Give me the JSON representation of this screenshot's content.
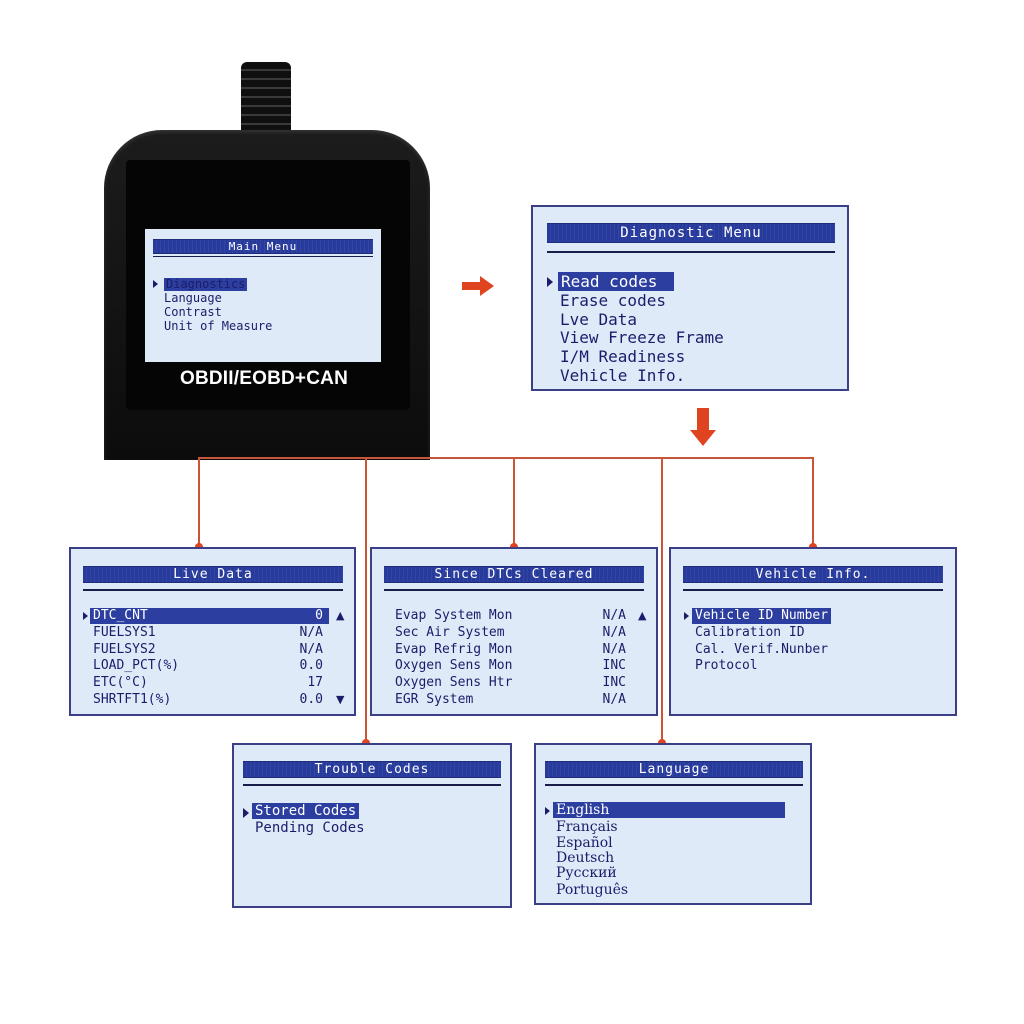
{
  "device": {
    "label": "OBDII/EOBD+CAN",
    "screen": {
      "title": "Main Menu",
      "items": [
        "Diagnostics",
        "Language",
        "Contrast",
        "Unit of Measure"
      ],
      "selected_index": 0
    }
  },
  "diagnostic_menu": {
    "title": "Diagnostic Menu",
    "items": [
      "Read codes",
      "Erase codes",
      "Lve Data",
      "View Freeze Frame",
      "I/M Readiness",
      "Vehicle Info."
    ],
    "selected_index": 0
  },
  "live_data": {
    "title": "Live Data",
    "rows": [
      {
        "name": "DTC_CNT",
        "value": "0"
      },
      {
        "name": "FUELSYS1",
        "value": "N/A"
      },
      {
        "name": "FUELSYS2",
        "value": "N/A"
      },
      {
        "name": "LOAD_PCT(%)",
        "value": "0.0"
      },
      {
        "name": "ETC(°C)",
        "value": "17"
      },
      {
        "name": "SHRTFT1(%)",
        "value": "0.0"
      }
    ],
    "selected_index": 0
  },
  "since_dtcs_cleared": {
    "title": "Since DTCs Cleared",
    "rows": [
      {
        "name": "Evap System Mon",
        "value": "N/A"
      },
      {
        "name": "Sec Air System",
        "value": "N/A"
      },
      {
        "name": "Evap Refrig Mon",
        "value": "N/A"
      },
      {
        "name": "Oxygen Sens Mon",
        "value": "INC"
      },
      {
        "name": "Oxygen Sens Htr",
        "value": "INC"
      },
      {
        "name": "EGR System",
        "value": "N/A"
      }
    ]
  },
  "vehicle_info": {
    "title": "Vehicle  Info.",
    "items": [
      "Vehicle ID Number",
      "Calibration ID",
      "Cal. Verif.Nunber",
      "Protocol"
    ],
    "selected_index": 0
  },
  "trouble_codes": {
    "title": "Trouble Codes",
    "items": [
      "Stored Codes",
      "Pending Codes"
    ],
    "selected_index": 0
  },
  "language": {
    "title": "Language",
    "items": [
      "English",
      "Français",
      "Español",
      "Deutsch",
      "Русский",
      "Português"
    ],
    "selected_index": 0
  },
  "colors": {
    "lcd_background": "#dfeaf8",
    "lcd_text": "#1b1d6a",
    "title_bar": "#2c3fa0",
    "arrow": "#e0431f",
    "connector": "#c8553a"
  }
}
